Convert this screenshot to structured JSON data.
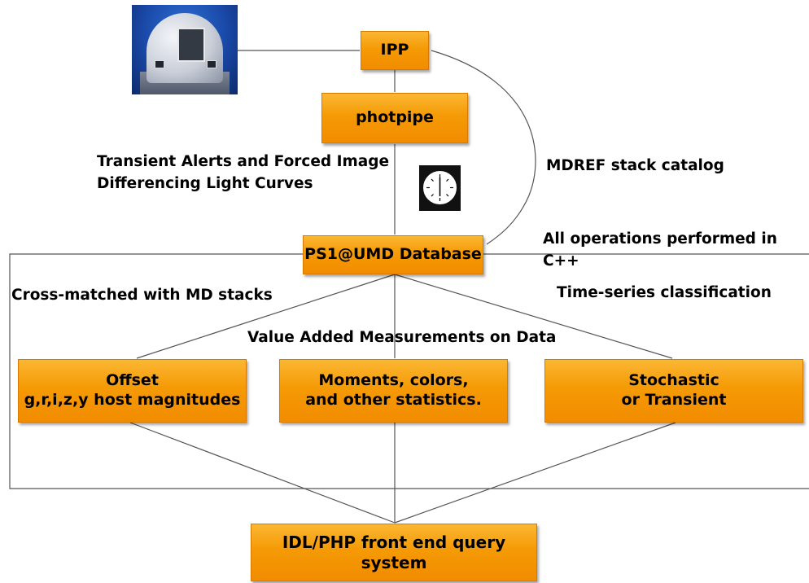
{
  "nodes": {
    "ipp": "IPP",
    "photpipe": "photpipe",
    "database": "PS1@UMD Database",
    "offset": "Offset\ng,r,i,z,y host magnitudes",
    "moments": "Moments, colors,\nand other statistics.",
    "stochastic": "Stochastic\nor Transient",
    "query": "IDL/PHP front end query system"
  },
  "labels": {
    "transient_alerts": "Transient Alerts and Forced Image\n Differencing Light Curves",
    "mdref": "MDREF stack catalog",
    "cpp": "All operations performed in C++",
    "cross_matched": "Cross-matched with MD stacks",
    "time_series": "Time-series classification",
    "value_added": "Value Added  Measurements on Data"
  },
  "icons": {
    "telescope": "telescope-dome-photo",
    "clock": "clock-icon"
  },
  "colors": {
    "box_fill": "#f59a05",
    "box_border": "#d87a00",
    "line": "#555555"
  }
}
